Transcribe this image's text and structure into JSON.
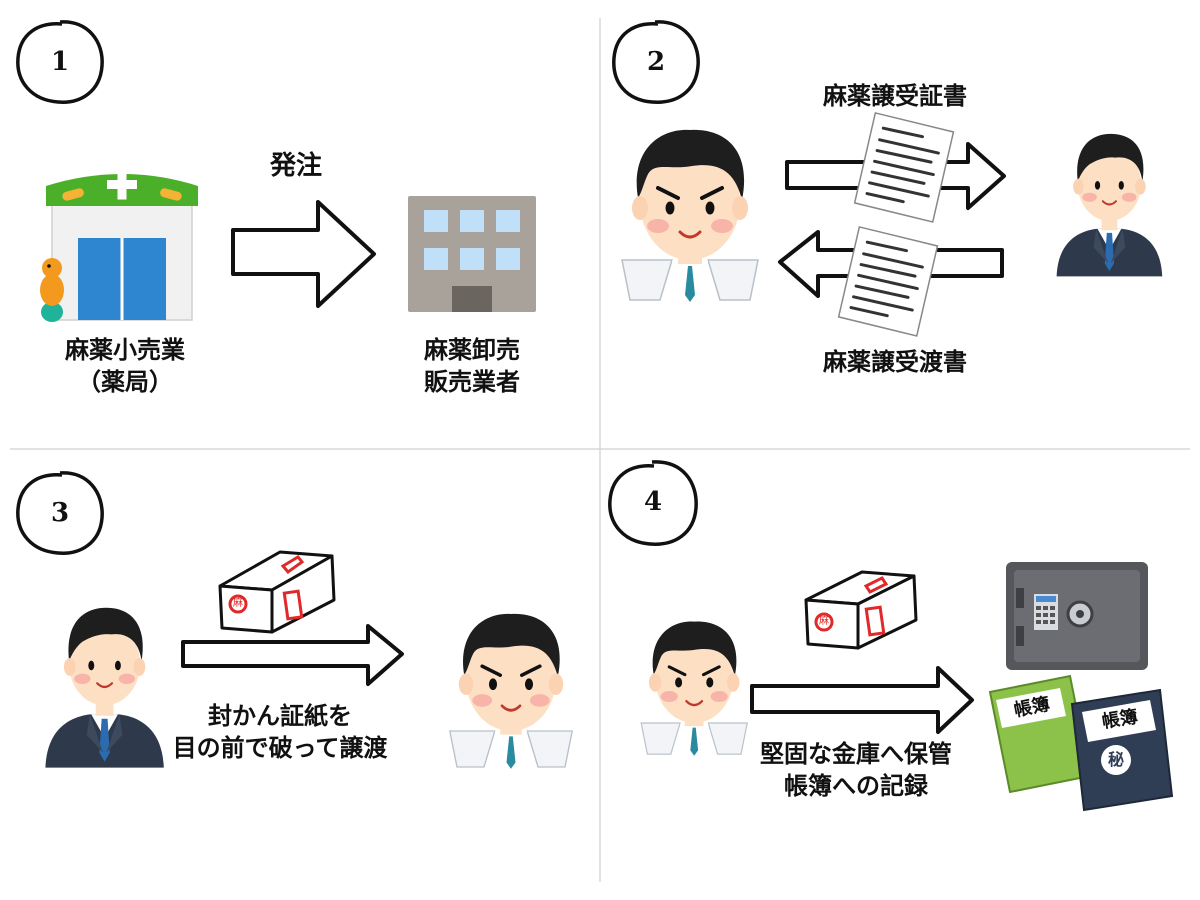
{
  "panels": [
    {
      "number": "1",
      "order_label": "発注",
      "pharmacy_label": [
        "麻薬小売業",
        "（薬局）"
      ],
      "wholesaler_label": [
        "麻薬卸売",
        "販売業者"
      ]
    },
    {
      "number": "2",
      "certificate_label": "麻薬譲受証書",
      "transfer_doc_label": "麻薬譲受渡書"
    },
    {
      "number": "3",
      "caption": [
        "封かん証紙を",
        "目の前で破って譲渡"
      ],
      "seal_char": "麻"
    },
    {
      "number": "4",
      "caption": [
        "堅固な金庫へ保管",
        "帳簿への記録"
      ],
      "ledger_label": "帳簿",
      "secret_mark": "秘",
      "seal_char": "麻"
    }
  ],
  "colors": {
    "pharmacy_green": "#4caf2a",
    "pharmacy_blue": "#2f86d0",
    "building_gray": "#a9a29b",
    "suit_navy": "#2e3a4c",
    "seal_red": "#e02a2a",
    "book_green": "#8cc24a",
    "book_navy": "#2f3d55",
    "safe_gray": "#55575c"
  }
}
